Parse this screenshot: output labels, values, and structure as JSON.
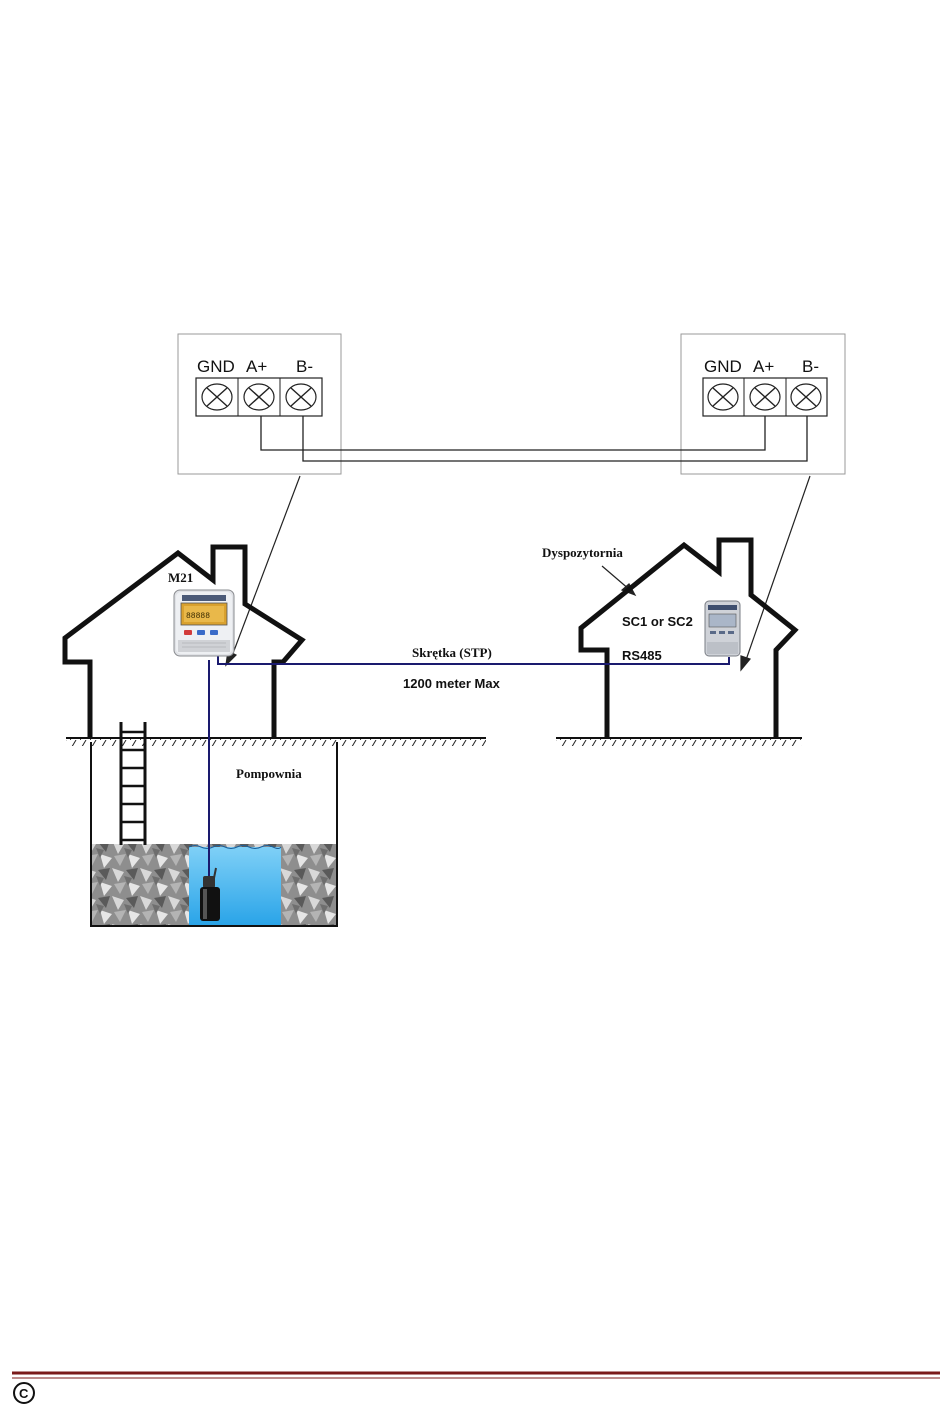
{
  "terminal_left": {
    "labels": [
      "GND",
      "A+",
      "B-"
    ]
  },
  "terminal_right": {
    "labels": [
      "GND",
      "A+",
      "B-"
    ]
  },
  "labels": {
    "m21": "M21",
    "dispatch": "Dyspozytornia",
    "controller": "SC1 or SC2",
    "cable": "Skrętka (STP)",
    "protocol": "RS485",
    "distance": "1200 meter Max",
    "pump_station": "Pompownia"
  },
  "footer": {
    "copyright_symbol": "©"
  },
  "colors": {
    "cable": "#1a1a6e",
    "water": "#4fb8ee",
    "footer_bar": "#7a1a1a"
  }
}
